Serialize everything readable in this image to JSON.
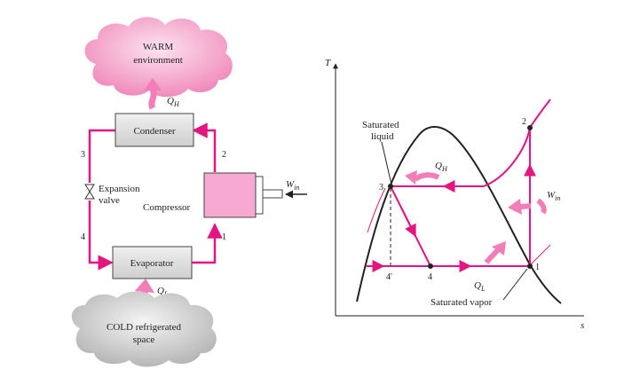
{
  "colors": {
    "flow": "#e5147f",
    "warm_cloud": "#f5a9cd",
    "cold_cloud": "#c9c9c9",
    "box_fill": "#d9d9d9",
    "compressor_fill": "#f7a9d2",
    "dome": "#222222",
    "arrow_fill": "#f27db7"
  },
  "cycle": {
    "warm_cloud": {
      "line1": "WARM",
      "line2": "environment"
    },
    "cold_cloud": {
      "line1": "COLD refrigerated",
      "line2": "space"
    },
    "qh": {
      "main": "Q",
      "sub": "H"
    },
    "ql": {
      "main": "Q",
      "sub": "L"
    },
    "condenser": "Condenser",
    "evaporator": "Evaporator",
    "compressor": "Compressor",
    "expansion_valve": {
      "line1": "Expansion",
      "line2": "valve"
    },
    "win": {
      "main": "W",
      "sub": "in"
    },
    "state_labels": {
      "s1": "1",
      "s2": "2",
      "s3": "3",
      "s4": "4"
    }
  },
  "ts_diagram": {
    "axis_t": "T",
    "axis_s": "s",
    "saturated_liquid": {
      "line1": "Saturated",
      "line2": "liquid"
    },
    "saturated_vapor": "Saturated vapor",
    "qh": {
      "main": "Q",
      "sub": "H"
    },
    "ql": {
      "main": "Q",
      "sub": "L"
    },
    "win": {
      "main": "W",
      "sub": "in"
    },
    "points": {
      "p1": "1",
      "p2": "2",
      "p3": "3",
      "p4": "4",
      "p4prime": "4'"
    }
  }
}
